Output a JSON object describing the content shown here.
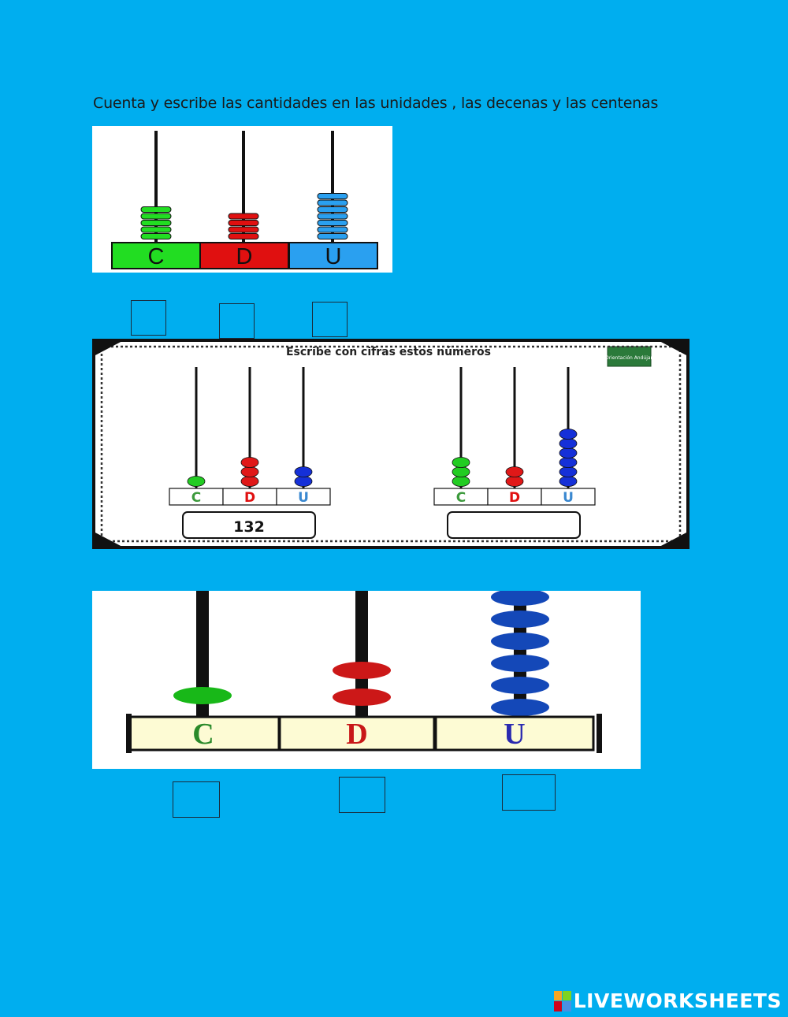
{
  "instruction": "Cuenta y escribe las cantidades en las  unidades , las decenas y las centenas",
  "abacus1": {
    "labels": [
      "C",
      "D",
      "U"
    ],
    "beads": [
      5,
      4,
      7
    ],
    "colors": [
      "#22dd22",
      "#e01010",
      "#2aa0f0"
    ]
  },
  "abacus1_answers": [
    "",
    "",
    ""
  ],
  "worksheet": {
    "title": "Escribe con cifras estos números",
    "badge": "Orientación Andújar",
    "left": {
      "labels": [
        "C",
        "D",
        "U"
      ],
      "beads": [
        1,
        3,
        2
      ],
      "answer": "132"
    },
    "right": {
      "labels": [
        "C",
        "D",
        "U"
      ],
      "beads": [
        3,
        2,
        6
      ],
      "answer": ""
    },
    "label_colors": [
      "#3c9a3c",
      "#e01010",
      "#3a88d0"
    ]
  },
  "abacus3": {
    "labels": [
      "C",
      "D",
      "U"
    ],
    "beads": [
      1,
      2,
      6
    ],
    "colors": [
      "#18b818",
      "#cc1818",
      "#1448b8"
    ],
    "label_colors": [
      "#2a8a2a",
      "#c81818",
      "#2a2ab0"
    ]
  },
  "abacus3_answers": [
    "",
    "",
    ""
  ],
  "logo": "LIVEWORKSHEETS"
}
